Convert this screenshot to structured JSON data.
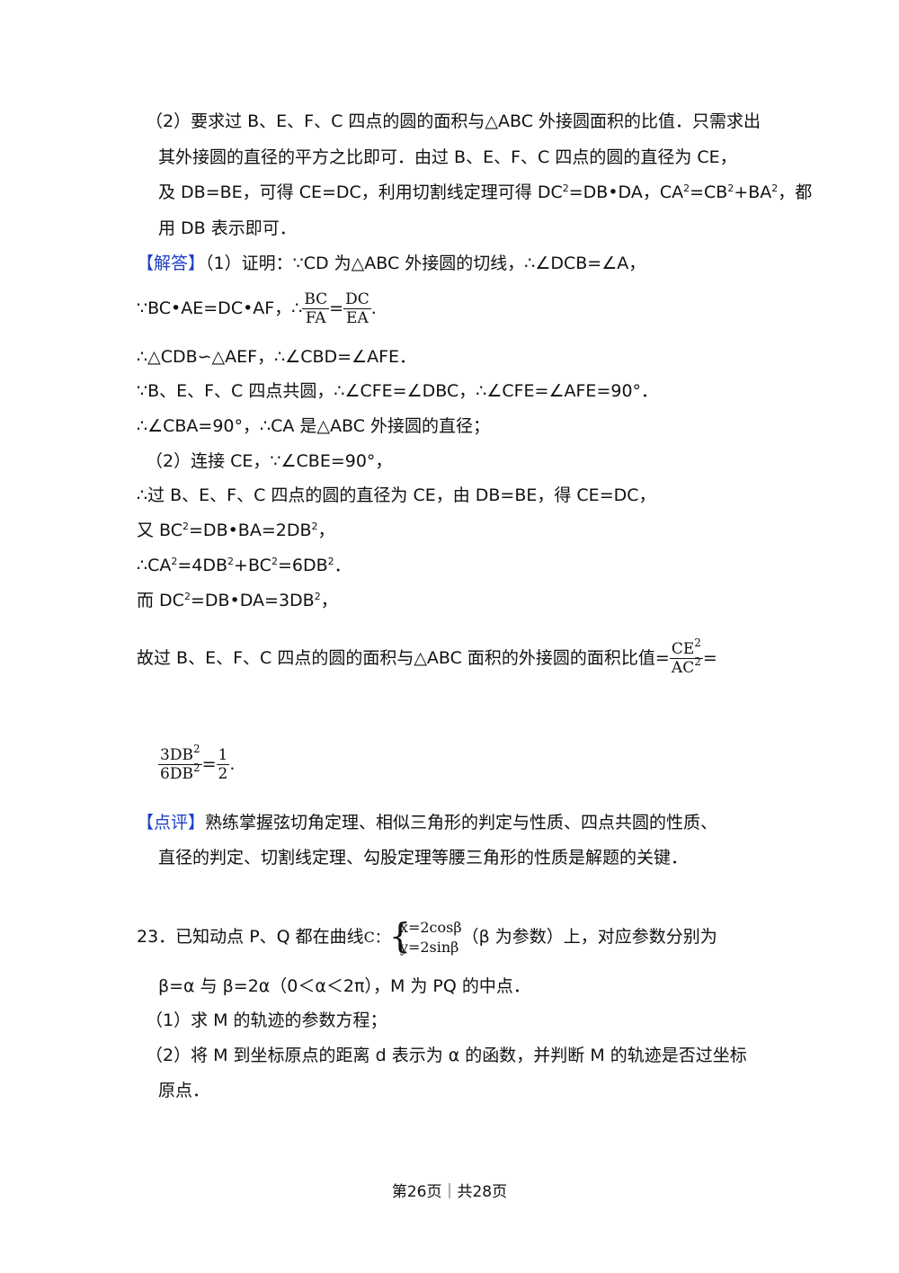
{
  "analysis_part2": {
    "line1": "（2）要求过 B、E、F、C 四点的圆的面积与△ABC 外接圆面积的比值．只需求出",
    "line2": "其外接圆的直径的平方之比即可．由过 B、E、F、C 四点的圆的直径为 CE，",
    "line3a": "及 DB=BE，可得 CE=DC，利用切割线定理可得 DC",
    "line3b": "=DB•DA，CA",
    "line3c": "=CB",
    "line3d": "+BA",
    "line3e": "，都",
    "line4": "用 DB 表示即可．"
  },
  "solution": {
    "tag": "【解答】",
    "l1": "（1）证明：∵CD 为△ABC 外接圆的切线，∴∠DCB=∠A，",
    "l2a": "∵BC•AE=DC•AF，∴",
    "frac1_num": "BC",
    "frac1_den": "FA",
    "eq": "=",
    "frac2_num": "DC",
    "frac2_den": "EA",
    "period": ".",
    "l3": "∴△CDB∽△AEF，∴∠CBD=∠AFE．",
    "l4": "∵B、E、F、C 四点共圆，∴∠CFE=∠DBC，∴∠CFE=∠AFE=90°．",
    "l5": "∴∠CBA=90°，∴CA 是△ABC 外接圆的直径；",
    "l6": "（2）连接 CE，∵∠CBE=90°，",
    "l7": "∴过 B、E、F、C 四点的圆的直径为 CE，由 DB=BE，得 CE=DC，",
    "l8a": "又 BC",
    "l8b": "=DB•BA=2DB",
    "l8c": "，",
    "l9a": "∴CA",
    "l9b": "=4DB",
    "l9c": "+BC",
    "l9d": "=6DB",
    "l9e": "．",
    "l10a": "而 DC",
    "l10b": "=DB•DA=3DB",
    "l10c": "，",
    "l11": "故过 B、E、F、C 四点的圆的面积与△ABC 面积的外接圆的面积比值=",
    "frac3_num": "CE",
    "frac3_den": "AC",
    "frac4_num": "3DB",
    "frac4_den": "6DB",
    "frac5_num": "1",
    "frac5_den": "2",
    "sq": "2"
  },
  "comment": {
    "tag": "【点评】",
    "l1": "熟练掌握弦切角定理、相似三角形的判定与性质、四点共圆的性质、",
    "l2": "直径的判定、切割线定理、勾股定理等腰三角形的性质是解题的关键．"
  },
  "problem23": {
    "l1a": "23．已知动点 P、Q 都在曲线",
    "curve": "C：",
    "eq1": "x=2cosβ",
    "eq2": "y=2sinβ",
    "l1b": "（β 为参数）上，对应参数分别为",
    "l2": "β=α 与 β=2α（0＜α＜2π），M 为 PQ 的中点．",
    "q1": "（1）求 M 的轨迹的参数方程；",
    "q2a": "（2）将 M 到坐标原点的距离 d 表示为 α 的函数，并判断 M 的轨迹是否过坐标",
    "q2b": "原点．"
  },
  "footer": "第26页｜共28页",
  "colors": {
    "tag": "#1f3fc8",
    "text": "#111111"
  }
}
